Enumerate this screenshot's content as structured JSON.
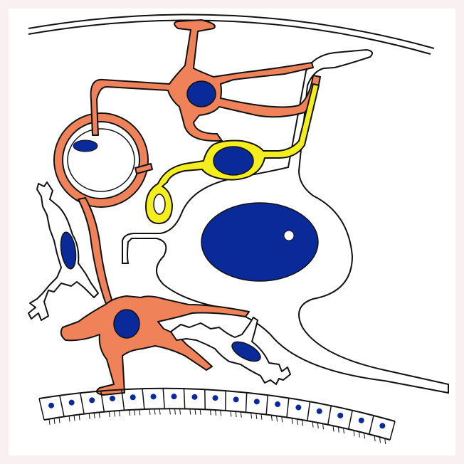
{
  "diagram": {
    "colors": {
      "background_border": "#fbf0f1",
      "background": "#ffffff",
      "outline": "#111111",
      "astrocyte": "#f0825a",
      "oligodendrocyte": "#f5ee1e",
      "nucleus": "#0a2a9a",
      "nucleolus": "#ffffff",
      "ependymal_nucleus": "#0a2a9a"
    },
    "components": [
      "surface-membrane",
      "neuron",
      "astrocyte-top",
      "astrocyte-bottom",
      "oligodendrocyte",
      "capillary",
      "microglia-left",
      "microglia-right",
      "ependymal-layer"
    ]
  }
}
